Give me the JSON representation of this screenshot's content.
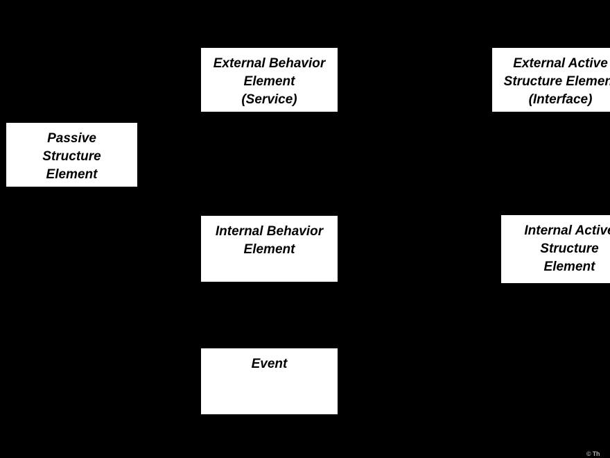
{
  "diagram": {
    "background_color": "#000000",
    "node_fill_color": "#ffffff",
    "node_text_color": "#000000",
    "nodes": [
      {
        "id": "external-behavior-element",
        "label": "External Behavior\nElement\n(Service)"
      },
      {
        "id": "external-active-structure-element",
        "label": "External Active\nStructure Element\n(Interface)"
      },
      {
        "id": "passive-structure-element",
        "label": "Passive\nStructure\nElement"
      },
      {
        "id": "internal-behavior-element",
        "label": "Internal Behavior\nElement"
      },
      {
        "id": "internal-active-structure-element",
        "label": "Internal Active\nStructure\nElement"
      },
      {
        "id": "event",
        "label": "Event"
      }
    ]
  },
  "watermark": {
    "text": "© Th"
  }
}
